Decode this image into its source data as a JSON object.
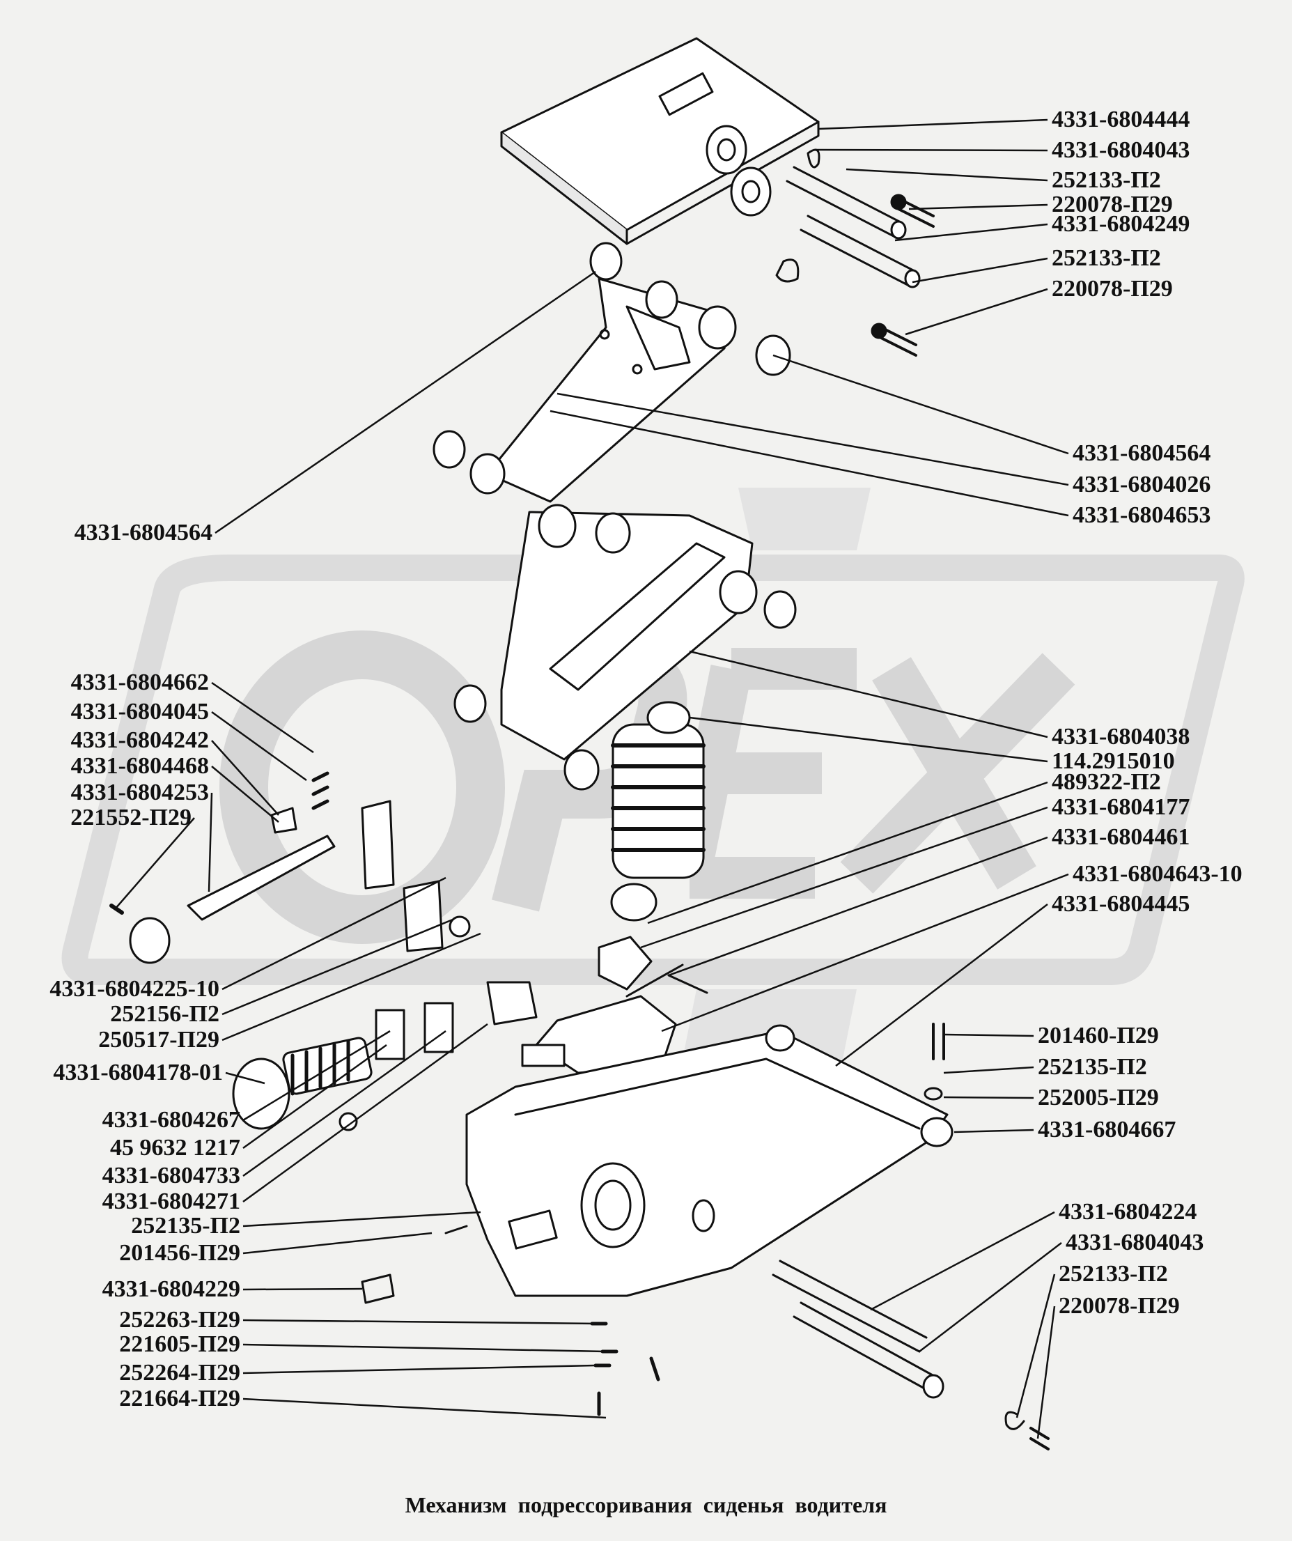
{
  "caption": "Механизм подрессоривания  сиденья  водителя",
  "watermark": {
    "text": "OREX",
    "color": "#d8d8d8"
  },
  "colors": {
    "ink": "#111111",
    "background": "#f2f2f0",
    "watermark": "#dcdcdc"
  },
  "labels_right": [
    "4331-6804444",
    "4331-6804043",
    "252133-П2",
    "220078-П29",
    "4331-6804249",
    "252133-П2",
    "220078-П29",
    "4331-6804564",
    "4331-6804026",
    "4331-6804653",
    "4331-6804038",
    "114.2915010",
    "489322-П2",
    "4331-6804177",
    "4331-6804461",
    "4331-6804643-10",
    "4331-6804445",
    "201460-П29",
    "252135-П2",
    "252005-П29",
    "4331-6804667",
    "4331-6804224",
    "4331-6804043",
    "252133-П2",
    "220078-П29"
  ],
  "labels_left": [
    "4331-6804564",
    "4331-6804662",
    "4331-6804045",
    "4331-6804242",
    "4331-6804468",
    "4331-6804253",
    "221552-П29",
    "4331-6804225-10",
    "252156-П2",
    "250517-П29",
    "4331-6804178-01",
    "4331-6804267",
    "45 9632 1217",
    "4331-6804733",
    "4331-6804271",
    "252135-П2",
    "201456-П29",
    "4331-6804229",
    "252263-П29",
    "221605-П29",
    "252264-П29",
    "221664-П29"
  ]
}
